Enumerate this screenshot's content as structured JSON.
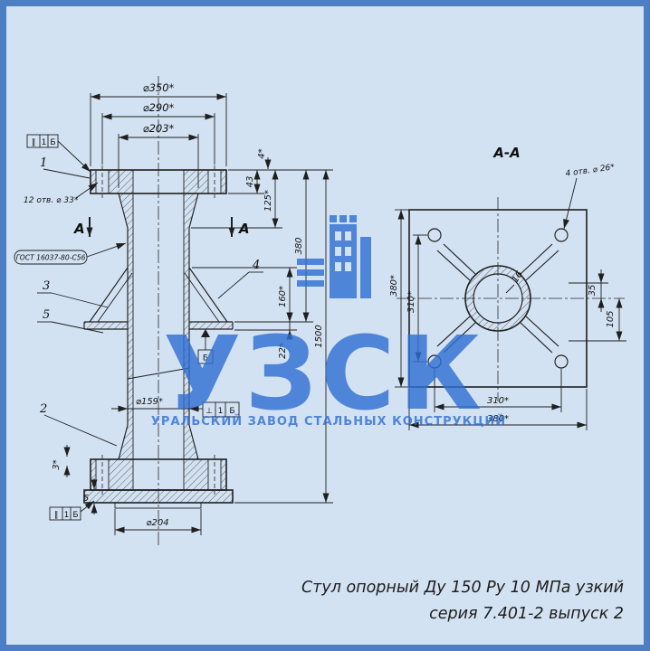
{
  "page": {
    "background": "#d3e2f2",
    "frame_color": "#4d7ec4",
    "line_color": "#1f1f1f",
    "accent_blue": "#2f6fd3"
  },
  "caption": {
    "line1": "Стул опорный Ду 150 Ру 10 МПа узкий",
    "line2": "серия 7.401-2 выпуск 2"
  },
  "watermark": {
    "logo": "УЗСК",
    "slogan": "УРАЛЬСКИЙ ЗАВОД СТАЛЬНЫХ КОНСТРУКЦИЙ"
  },
  "front_view": {
    "dim_d350": "⌀350*",
    "dim_d290": "⌀290*",
    "dim_d203": "⌀203*",
    "dim_d159": "⌀159*",
    "dim_d204": "⌀204",
    "dim_4": "4*",
    "dim_43": "43",
    "dim_125": "125*",
    "dim_380": "380",
    "dim_160": "160*",
    "dim_22": "22*",
    "dim_1500": "1500",
    "dim_3": "3*",
    "dim_5": "5",
    "label_holes": "12 отв. ⌀ 33*",
    "label_gost": "ГОСТ 16037-80-С56",
    "callout_1": "1",
    "callout_2": "2",
    "callout_3": "3",
    "callout_4": "4",
    "callout_5": "5",
    "section_letter_left": "А",
    "section_letter_right": "А",
    "datum_label": "Б",
    "frame_top": {
      "sym": "∥",
      "val": "1",
      "datum": "Б"
    },
    "frame_pipe": {
      "sym": "⊥",
      "val": "1",
      "datum": "Б"
    },
    "frame_bottom": {
      "sym": "∥",
      "val": "1",
      "datum": "Б"
    }
  },
  "section_view": {
    "title": "А-А",
    "label_holes": "4 отв. ⌀ 26*",
    "dim_380_left": "380*",
    "dim_310_left": "310*",
    "dim_310_bottom": "310*",
    "dim_380_bottom": "380*",
    "dim_35": "35",
    "dim_105": "105",
    "dim_16": "16"
  }
}
